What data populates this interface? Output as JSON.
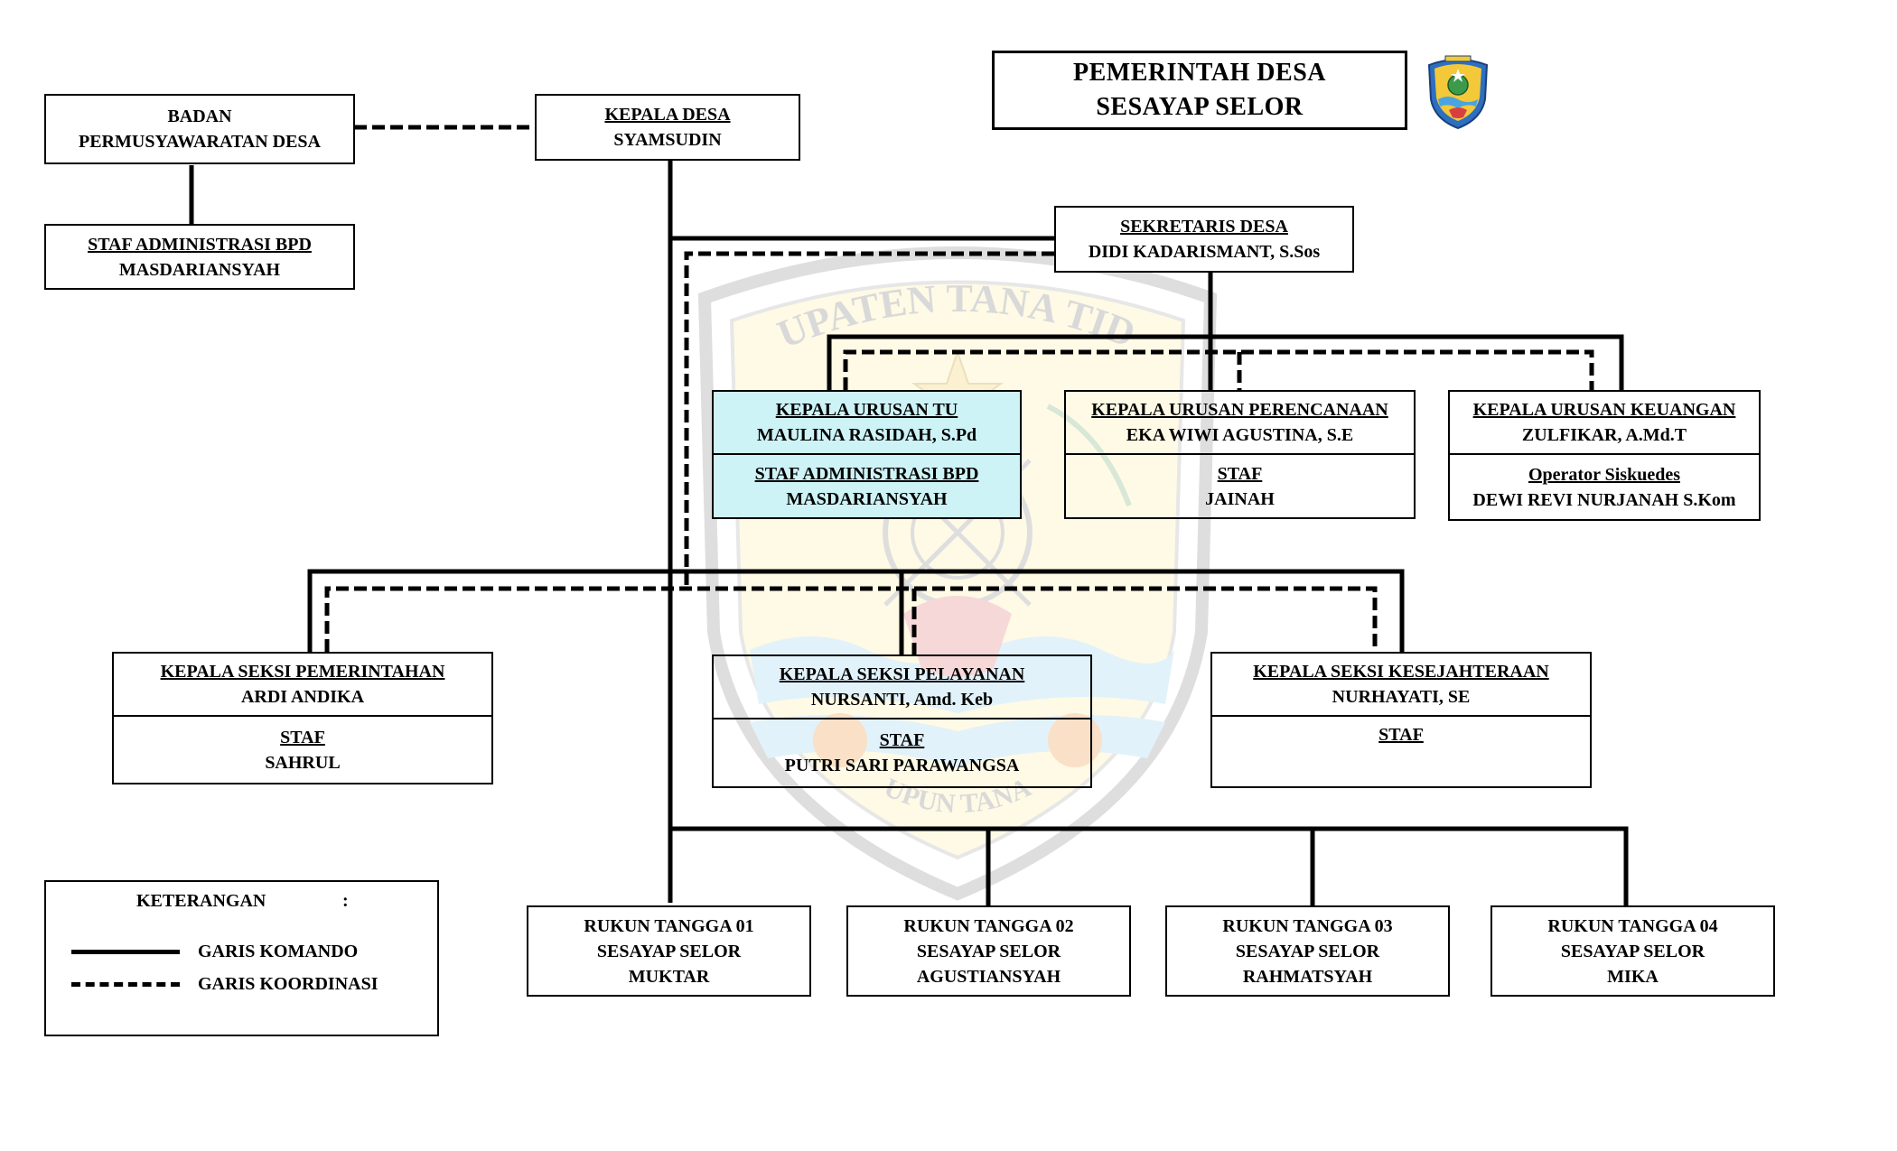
{
  "header": {
    "line1": "PEMERINTAH DESA",
    "line2": "SESAYAP SELOR",
    "logo_icon": "kabupaten-tana-tidung-emblem-icon"
  },
  "watermark": {
    "text_top": "KABUPATEN TANA TIDUNG",
    "text_bottom": "UPUN TANA",
    "icon": "kabupaten-tana-tidung-emblem-icon"
  },
  "bpd": {
    "line1": "BADAN",
    "line2": "PERMUSYAWARATAN DESA"
  },
  "bpd_staff": {
    "title": "STAF ADMINISTRASI BPD",
    "name": "MASDARIANSYAH"
  },
  "kepala_desa": {
    "title": "KEPALA DESA",
    "name": "SYAMSUDIN"
  },
  "sekretaris": {
    "title": "SEKRETARIS DESA",
    "name": "DIDI KADARISMANT, S.Sos"
  },
  "kaur_tu": {
    "title": "KEPALA URUSAN TU",
    "name": "MAULINA RASIDAH, S.Pd",
    "staff_title": "STAF ADMINISTRASI BPD",
    "staff_name": "MASDARIANSYAH"
  },
  "kaur_perencanaan": {
    "title": "KEPALA URUSAN PERENCANAAN",
    "name": "EKA WIWI AGUSTINA, S.E",
    "staff_title": "STAF",
    "staff_name": "JAINAH"
  },
  "kaur_keuangan": {
    "title": "KEPALA URUSAN KEUANGAN",
    "name": "ZULFIKAR, A.Md.T",
    "staff_title": "Operator Siskuedes",
    "staff_name": "DEWI REVI NURJANAH S.Kom"
  },
  "kasi_pemerintahan": {
    "title": "KEPALA SEKSI PEMERINTAHAN",
    "name": "ARDI ANDIKA",
    "staff_title": "STAF",
    "staff_name": "SAHRUL"
  },
  "kasi_pelayanan": {
    "title": "KEPALA SEKSI PELAYANAN",
    "name": "NURSANTI, Amd. Keb",
    "staff_title": "STAF",
    "staff_name": "PUTRI SARI PARAWANGSA"
  },
  "kasi_kesejahteraan": {
    "title": "KEPALA SEKSI KESEJAHTERAAN",
    "name": "NURHAYATI, SE",
    "staff_title": "STAF"
  },
  "rt": [
    {
      "line1": "RUKUN TANGGA 01",
      "line2": "SESAYAP SELOR",
      "line3": "MUKTAR"
    },
    {
      "line1": "RUKUN TANGGA 02",
      "line2": "SESAYAP SELOR",
      "line3": "AGUSTIANSYAH"
    },
    {
      "line1": "RUKUN TANGGA 03",
      "line2": "SESAYAP SELOR",
      "line3": "RAHMATSYAH"
    },
    {
      "line1": "RUKUN TANGGA 04",
      "line2": "SESAYAP SELOR",
      "line3": "MIKA"
    }
  ],
  "legend": {
    "title": "KETERANGAN",
    "colon": ":",
    "solid_label": "GARIS KOMANDO",
    "dashed_label": "GARIS KOORDINASI"
  }
}
